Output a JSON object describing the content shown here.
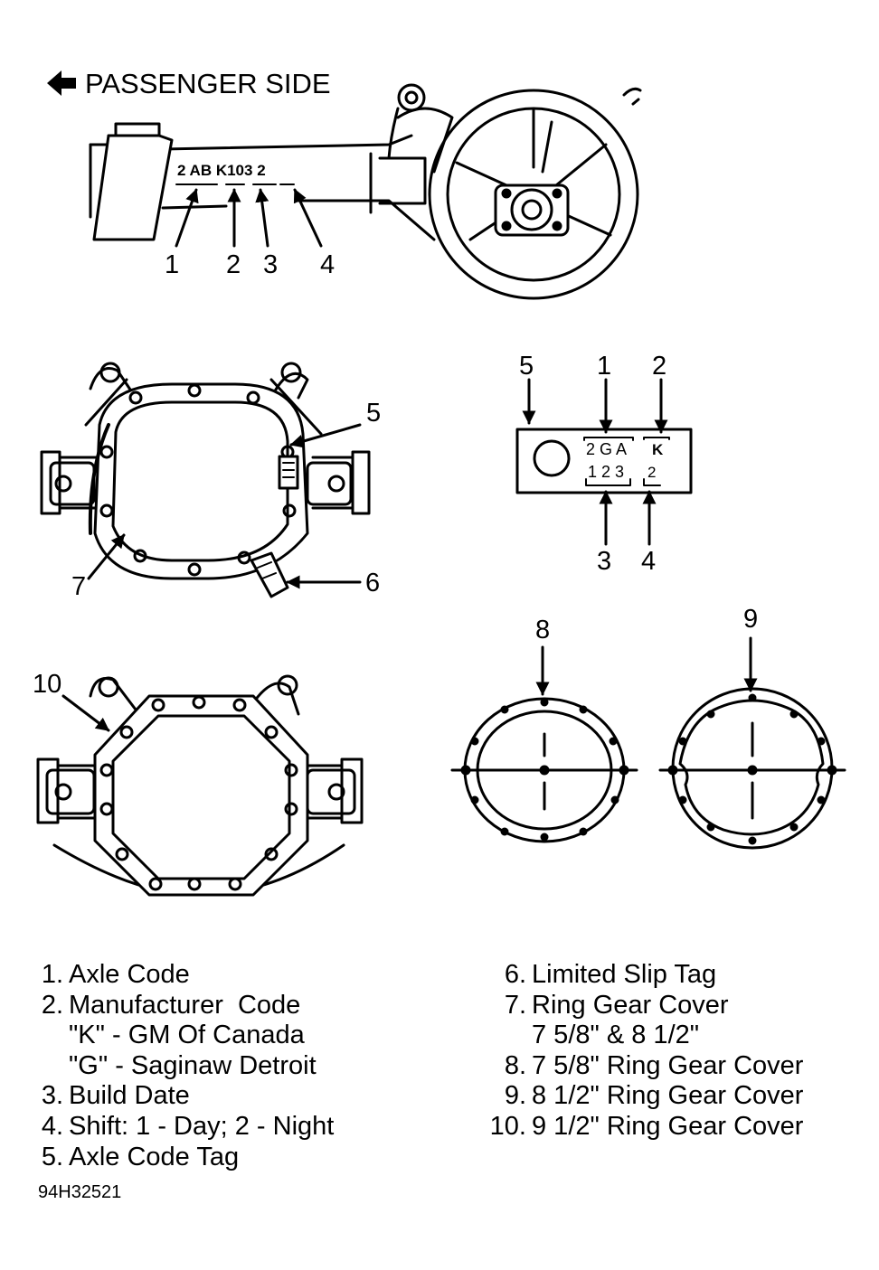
{
  "header": {
    "label": "PASSENGER SIDE"
  },
  "axle_code_stamp": {
    "text": "2 AB K103 2",
    "callouts": [
      "1",
      "2",
      "3",
      "4"
    ]
  },
  "tag": {
    "top_text": "2 G A",
    "top_right": "K",
    "bottom_text": "1 2 3",
    "bottom_right": "2",
    "callouts": [
      "5",
      "1",
      "2",
      "3",
      "4"
    ]
  },
  "cover_callouts": {
    "axle_tag": "5",
    "limited_slip": "6",
    "ring_gear": "7"
  },
  "ring_cover_callouts": {
    "c8": "8",
    "c9": "9",
    "c10": "10"
  },
  "legend_left": [
    {
      "num": "1.",
      "text": "Axle Code"
    },
    {
      "num": "2.",
      "text": "Manufacturer  Code"
    },
    {
      "num": "",
      "text": "\"K\" - GM Of Canada"
    },
    {
      "num": "",
      "text": "\"G\" - Saginaw Detroit"
    },
    {
      "num": "3.",
      "text": "Build Date"
    },
    {
      "num": "4.",
      "text": "Shift: 1 - Day; 2 - Night"
    },
    {
      "num": "5.",
      "text": "Axle Code Tag"
    }
  ],
  "legend_right": [
    {
      "num": "6.",
      "text": "Limited Slip Tag"
    },
    {
      "num": "7.",
      "text": "Ring Gear Cover"
    },
    {
      "num": "",
      "text": "7 5/8\" & 8 1/2\""
    },
    {
      "num": "8.",
      "text": "7 5/8\" Ring Gear Cover"
    },
    {
      "num": "9.",
      "text": "8 1/2\" Ring Gear Cover"
    },
    {
      "num": "10.",
      "text": "9 1/2\" Ring Gear Cover"
    }
  ],
  "figure_id": "94H32521"
}
